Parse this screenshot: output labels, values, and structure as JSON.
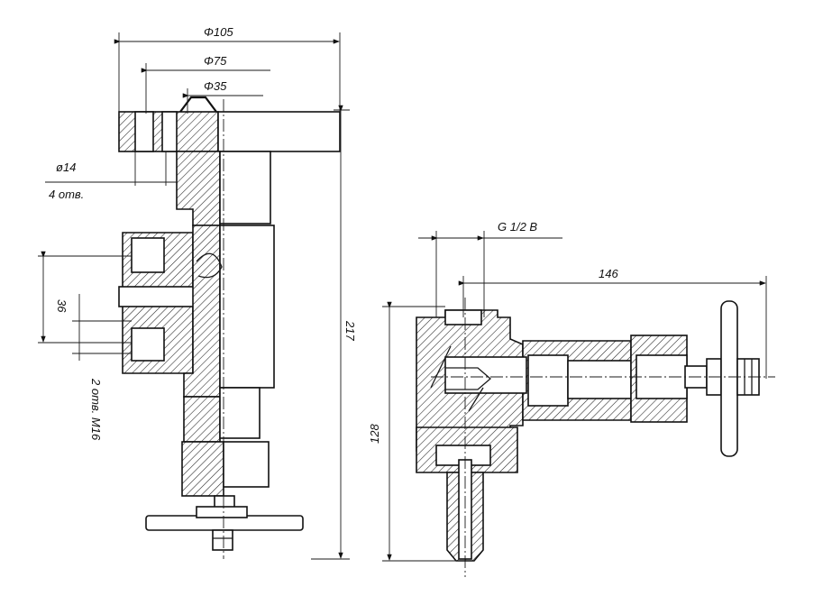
{
  "dimensions": {
    "d105": "Φ105",
    "d75": "Φ75",
    "d35": "Φ35",
    "d14": "ø14",
    "holes4": "4 отв.",
    "h36": "36",
    "holes2": "2 отв. M16",
    "h217": "217",
    "thread": "G 1/2 B",
    "w146": "146",
    "h128": "128"
  }
}
